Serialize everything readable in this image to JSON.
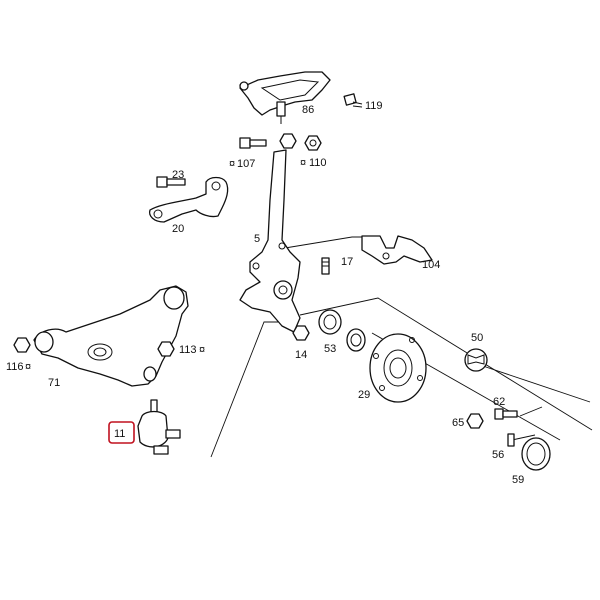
{
  "labels": {
    "p86": "86",
    "p119": "119",
    "p107": "107",
    "p110": "110",
    "p23": "23",
    "p20": "20",
    "p5": "5",
    "p17": "17",
    "p104": "104",
    "p113": "113",
    "p116": "116",
    "p71": "71",
    "p14": "14",
    "p53": "53",
    "p50": "50",
    "p29": "29",
    "p62": "62",
    "p65": "65",
    "p56": "56",
    "p59": "59",
    "p11": "11"
  },
  "symbols": {
    "ring": "¤"
  },
  "highlight": {
    "part": "11",
    "color": "#c0111f"
  }
}
